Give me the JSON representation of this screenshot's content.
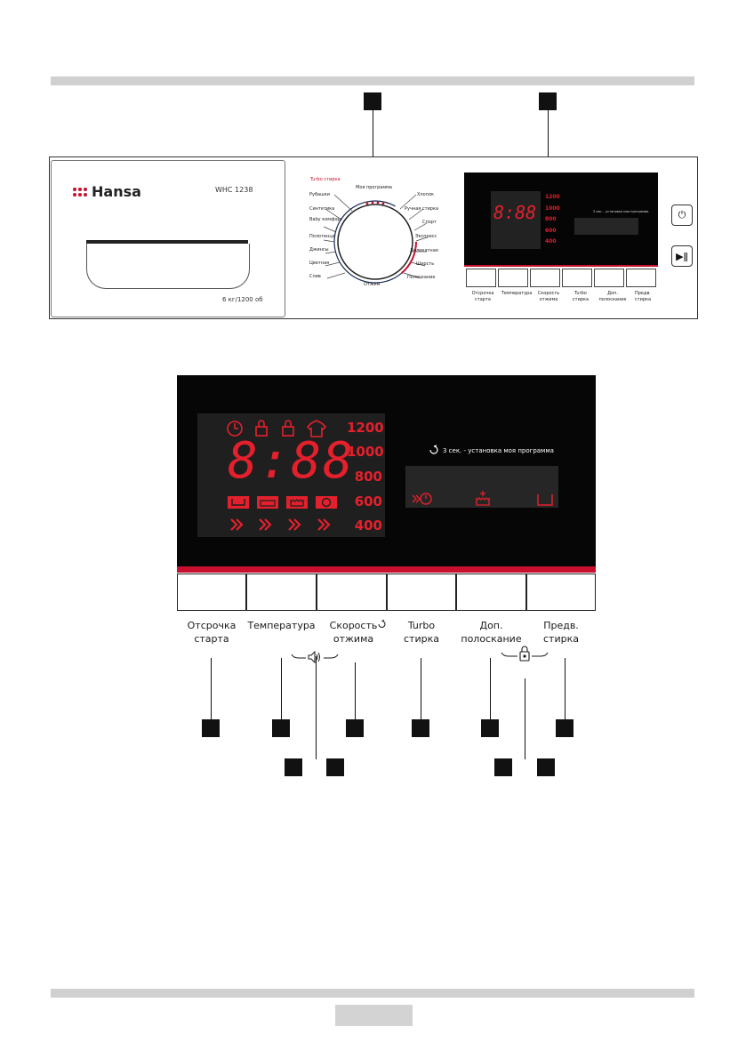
{
  "machine": {
    "brand": "Hansa",
    "model": "WHC 1238",
    "capacity": "6 кг/1200 об"
  },
  "dial": {
    "turbo_label": "Turbo стирка",
    "left_programs": [
      "Рубашки",
      "Синтетика",
      "Baby комфорт",
      "Полотенца",
      "Джинсы",
      "Цветная",
      "Слив"
    ],
    "top_program": "Моя программа",
    "right_programs": [
      "Хлопок",
      "Ручная стирка",
      "Спорт",
      "Экспресс",
      "Деликатная",
      "Шерсть",
      "Полоскание"
    ],
    "bottom_program": "Отжим"
  },
  "display": {
    "digits": "8:88",
    "speeds": [
      "1200",
      "1000",
      "800",
      "600",
      "400"
    ],
    "option_hint": "3 сек. - установка моя программа"
  },
  "buttons": [
    {
      "caption_line1": "Отсрочка",
      "caption_line2": "старта"
    },
    {
      "caption_line1": "Температура",
      "caption_line2": ""
    },
    {
      "caption_line1": "Скорость",
      "caption_line2": "отжима"
    },
    {
      "caption_line1": "Turbo",
      "caption_line2": "стирка"
    },
    {
      "caption_line1": "Доп.",
      "caption_line2": "полоскание"
    },
    {
      "caption_line1": "Предв.",
      "caption_line2": "стирка"
    }
  ],
  "side_buttons": [
    {
      "icon": "power-icon",
      "glyph": "⏻"
    },
    {
      "icon": "play-pause-icon",
      "glyph": "▶ǁ"
    }
  ],
  "combo_icons": [
    "speaker-icon",
    "child-lock-icon"
  ],
  "colors": {
    "accent_red": "#c8102e",
    "led_red": "#e4202c",
    "panel_black": "#060606"
  }
}
